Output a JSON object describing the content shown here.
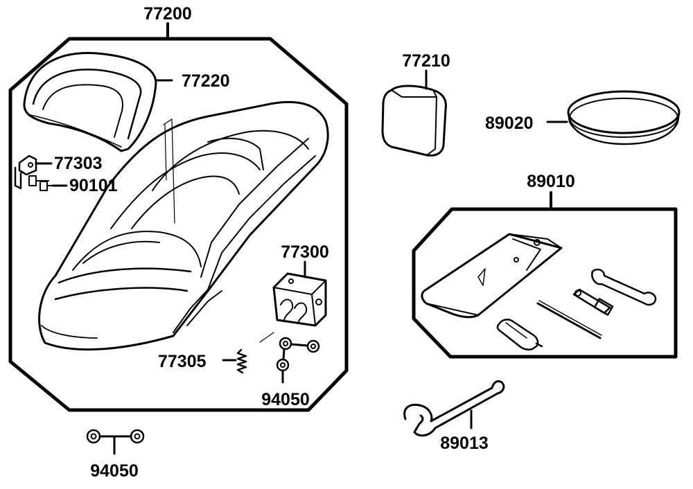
{
  "parts": {
    "p77200": "77200",
    "p77220": "77220",
    "p77303": "77303",
    "p90101": "90101",
    "p77300": "77300",
    "p77305": "77305",
    "p94050_inner": "94050",
    "p94050_outer": "94050",
    "p77210": "77210",
    "p89020": "89020",
    "p89010": "89010",
    "p89013": "89013"
  },
  "colors": {
    "line": "#000000",
    "background": "#ffffff"
  }
}
